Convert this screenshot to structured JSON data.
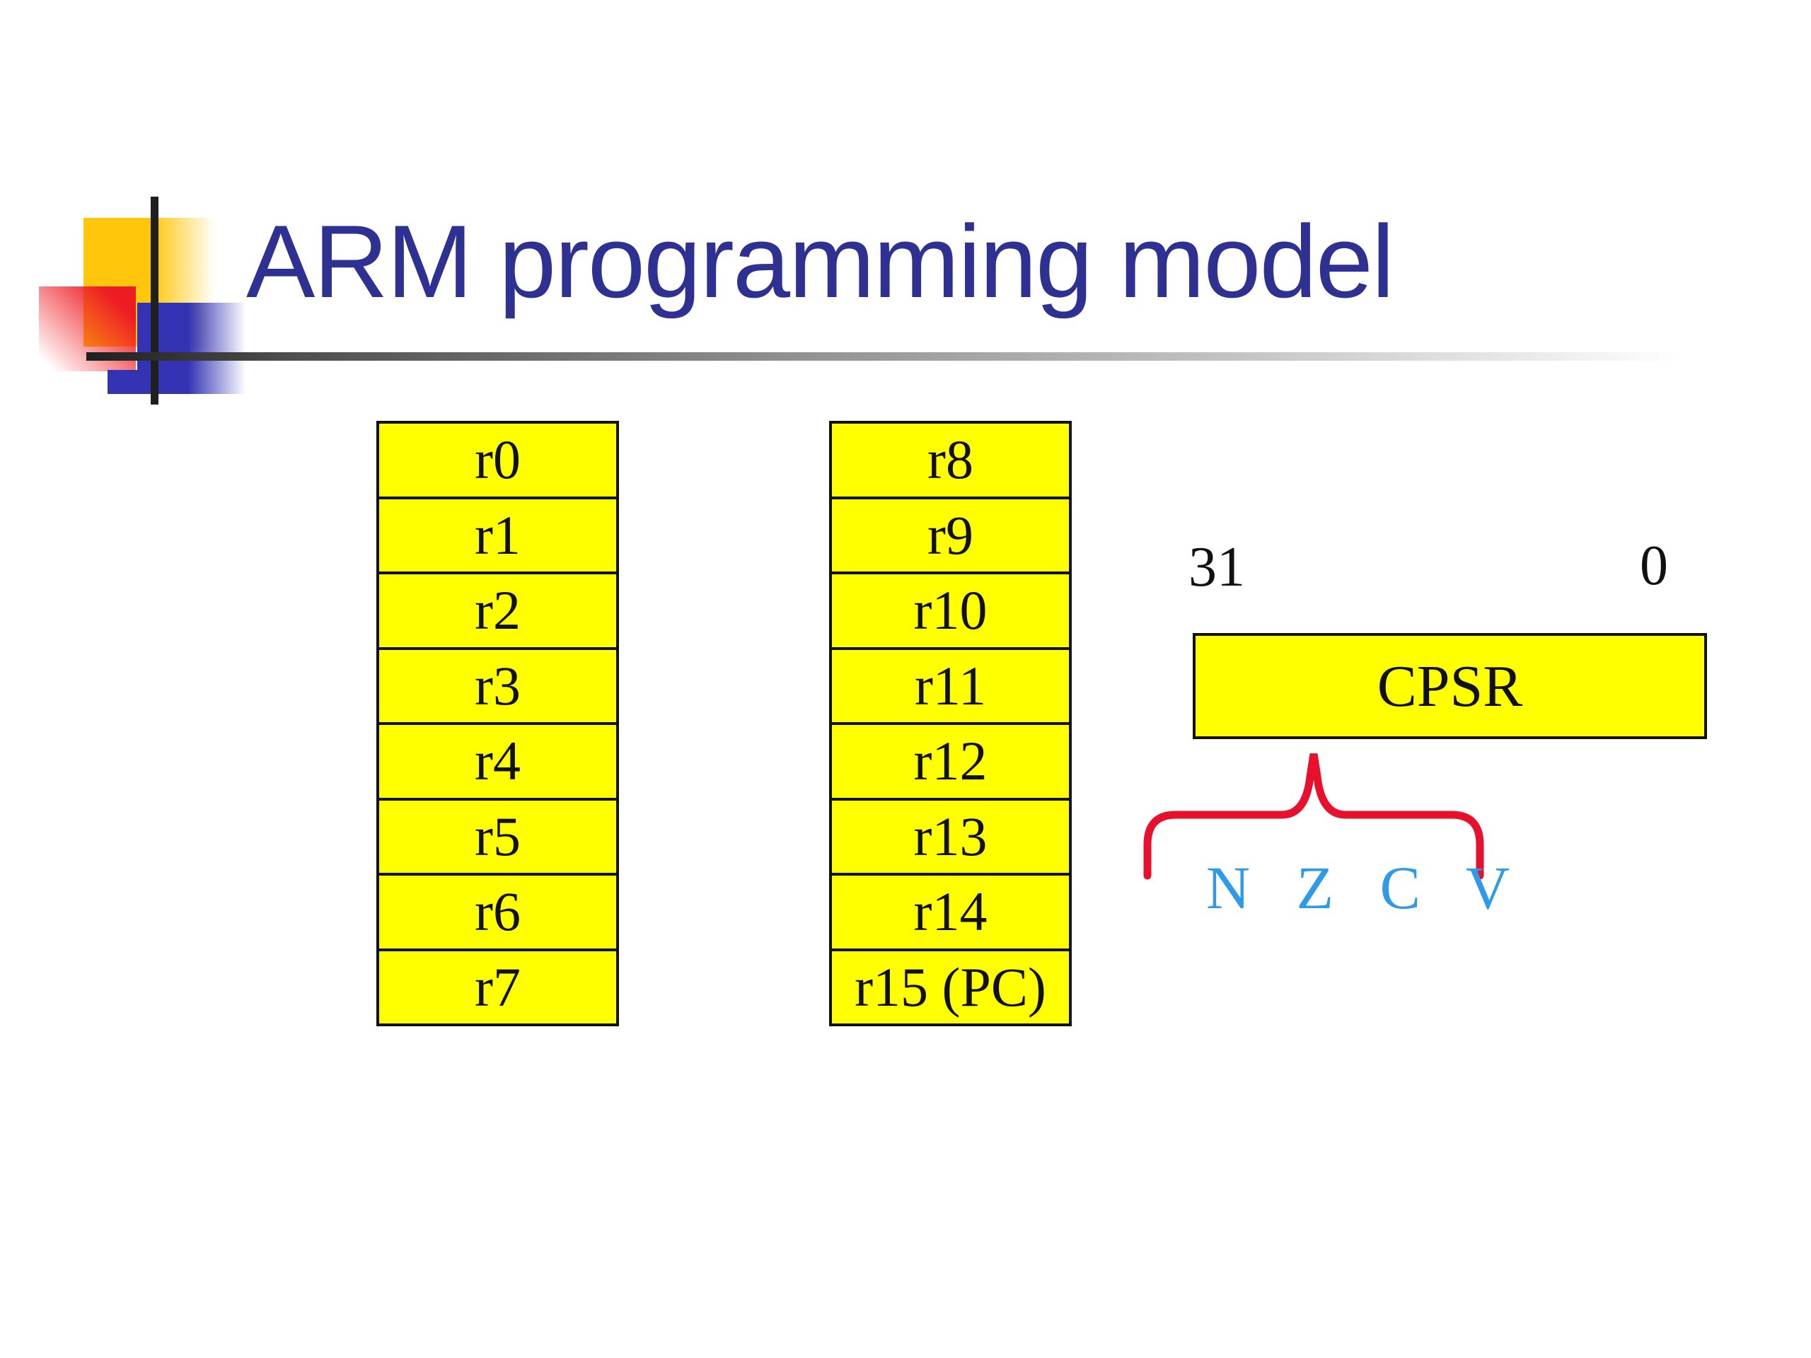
{
  "slide": {
    "title": "ARM programming model"
  },
  "register_banks": {
    "low": [
      "r0",
      "r1",
      "r2",
      "r3",
      "r4",
      "r5",
      "r6",
      "r7"
    ],
    "high": [
      "r8",
      "r9",
      "r10",
      "r11",
      "r12",
      "r13",
      "r14",
      "r15 (PC)"
    ]
  },
  "cpsr": {
    "bit_label_high": "31",
    "bit_label_low": "0",
    "label": "CPSR",
    "flags": "N Z C V"
  },
  "colors": {
    "title_text": "#2E3192",
    "register_fill": "#FFFF00",
    "register_border": "#111111",
    "brace": "#E8112D",
    "flags_text": "#2E9AE8",
    "decoration_gold": "#FFC60B",
    "decoration_red": "#ED1C24",
    "decoration_blue": "#3333B4",
    "rule_gradient_start": "#1F1F1F"
  }
}
